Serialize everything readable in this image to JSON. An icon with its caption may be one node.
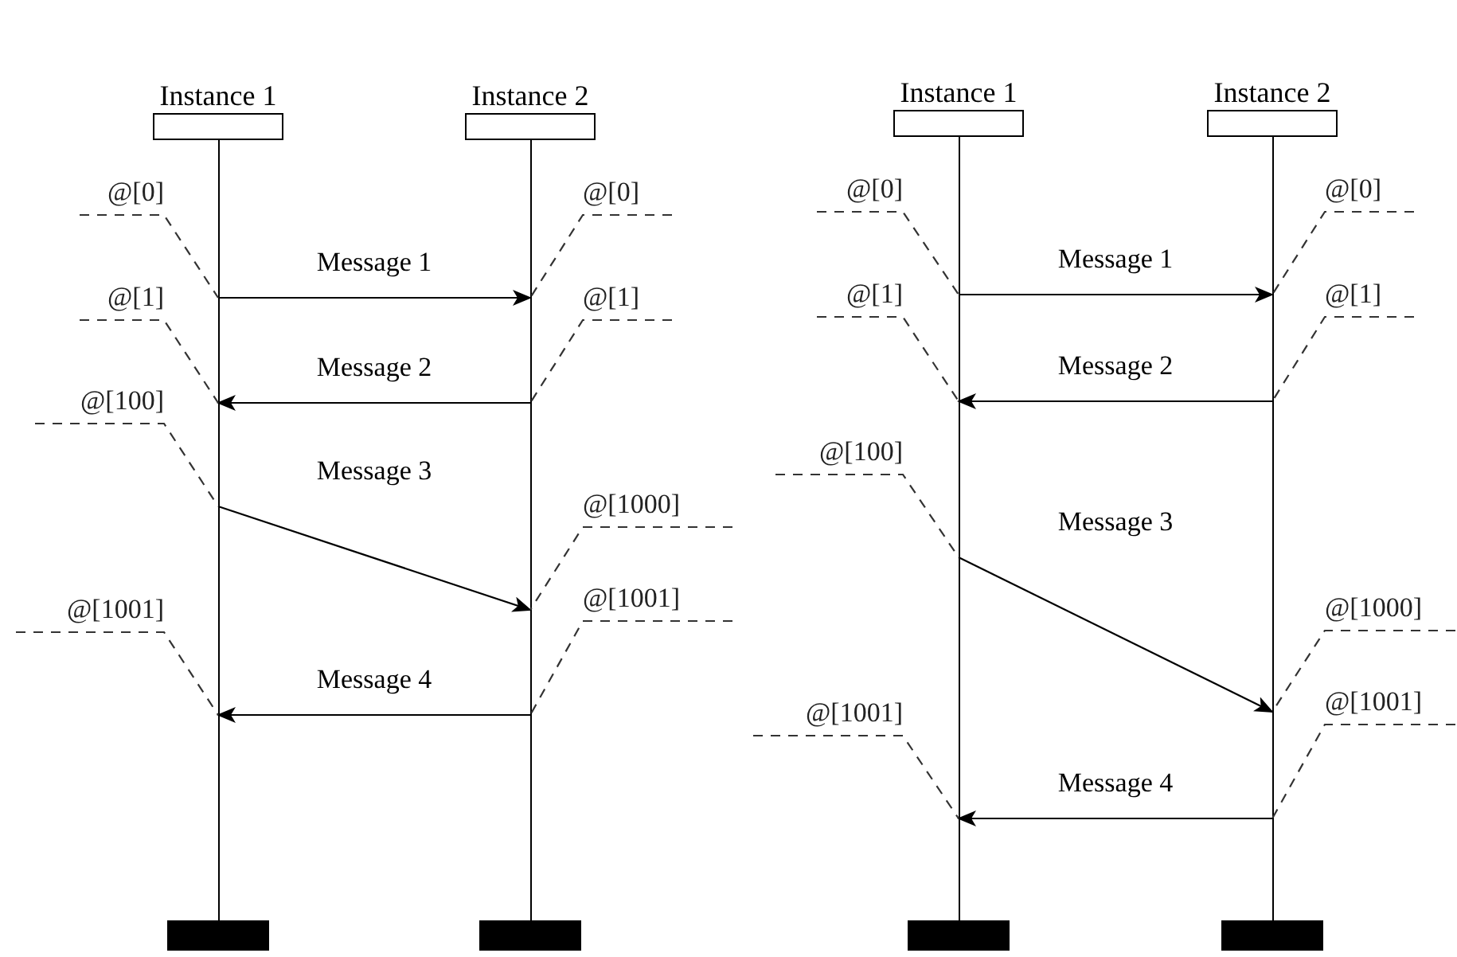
{
  "diagram": {
    "nodes": [
      {
        "text": [
          "Instance 1"
        ]
      },
      {
        "text": [
          "Instance 2"
        ]
      },
      {
        "text": [
          "@[0]"
        ]
      },
      {
        "text": [
          "@[0]"
        ]
      },
      {
        "text": [
          "@[1]"
        ]
      },
      {
        "text": [
          "@[1]"
        ]
      },
      {
        "text": [
          "@[100]"
        ]
      },
      {
        "text": [
          "@[1000]"
        ]
      },
      {
        "text": [
          "@[1001]"
        ]
      },
      {
        "text": [
          "@[1001]"
        ]
      },
      {
        "text": [
          "Instance 1"
        ]
      },
      {
        "text": [
          "Instance 2"
        ]
      },
      {
        "text": [
          "@[0]"
        ]
      },
      {
        "text": [
          "@[0]"
        ]
      },
      {
        "text": [
          "@[1]"
        ]
      },
      {
        "text": [
          "@[1]"
        ]
      },
      {
        "text": [
          "@[100]"
        ]
      },
      {
        "text": [
          "@[1000]"
        ]
      },
      {
        "text": [
          "@[1001]"
        ]
      },
      {
        "text": [
          "@[1001]"
        ]
      }
    ],
    "edges": [
      {
        "from": 0,
        "to": 1,
        "arrow": "to",
        "label": "Message 1"
      },
      {
        "from": 1,
        "to": 0,
        "arrow": "to",
        "label": "Message 2"
      },
      {
        "from": 0,
        "to": 1,
        "arrow": "to",
        "label": "Message 3"
      },
      {
        "from": 1,
        "to": 0,
        "arrow": "to",
        "label": "Message 4"
      },
      {
        "from": 2,
        "to": 0,
        "arrow": "none",
        "style": "dashed"
      },
      {
        "from": 3,
        "to": 1,
        "arrow": "none",
        "style": "dashed"
      },
      {
        "from": 4,
        "to": 0,
        "arrow": "none",
        "style": "dashed"
      },
      {
        "from": 5,
        "to": 1,
        "arrow": "none",
        "style": "dashed"
      },
      {
        "from": 6,
        "to": 0,
        "arrow": "none",
        "style": "dashed"
      },
      {
        "from": 7,
        "to": 1,
        "arrow": "none",
        "style": "dashed"
      },
      {
        "from": 8,
        "to": 0,
        "arrow": "none",
        "style": "dashed"
      },
      {
        "from": 9,
        "to": 1,
        "arrow": "none",
        "style": "dashed"
      },
      {
        "from": 10,
        "to": 11,
        "arrow": "to",
        "label": "Message 1"
      },
      {
        "from": 11,
        "to": 10,
        "arrow": "to",
        "label": "Message 2"
      },
      {
        "from": 10,
        "to": 11,
        "arrow": "to",
        "label": "Message 3"
      },
      {
        "from": 11,
        "to": 10,
        "arrow": "to",
        "label": "Message 4"
      },
      {
        "from": 12,
        "to": 10,
        "arrow": "none",
        "style": "dashed"
      },
      {
        "from": 13,
        "to": 11,
        "arrow": "none",
        "style": "dashed"
      },
      {
        "from": 14,
        "to": 10,
        "arrow": "none",
        "style": "dashed"
      },
      {
        "from": 15,
        "to": 11,
        "arrow": "none",
        "style": "dashed"
      },
      {
        "from": 16,
        "to": 10,
        "arrow": "none",
        "style": "dashed"
      },
      {
        "from": 17,
        "to": 11,
        "arrow": "none",
        "style": "dashed"
      },
      {
        "from": 18,
        "to": 10,
        "arrow": "none",
        "style": "dashed"
      },
      {
        "from": 19,
        "to": 11,
        "arrow": "none",
        "style": "dashed"
      }
    ]
  }
}
